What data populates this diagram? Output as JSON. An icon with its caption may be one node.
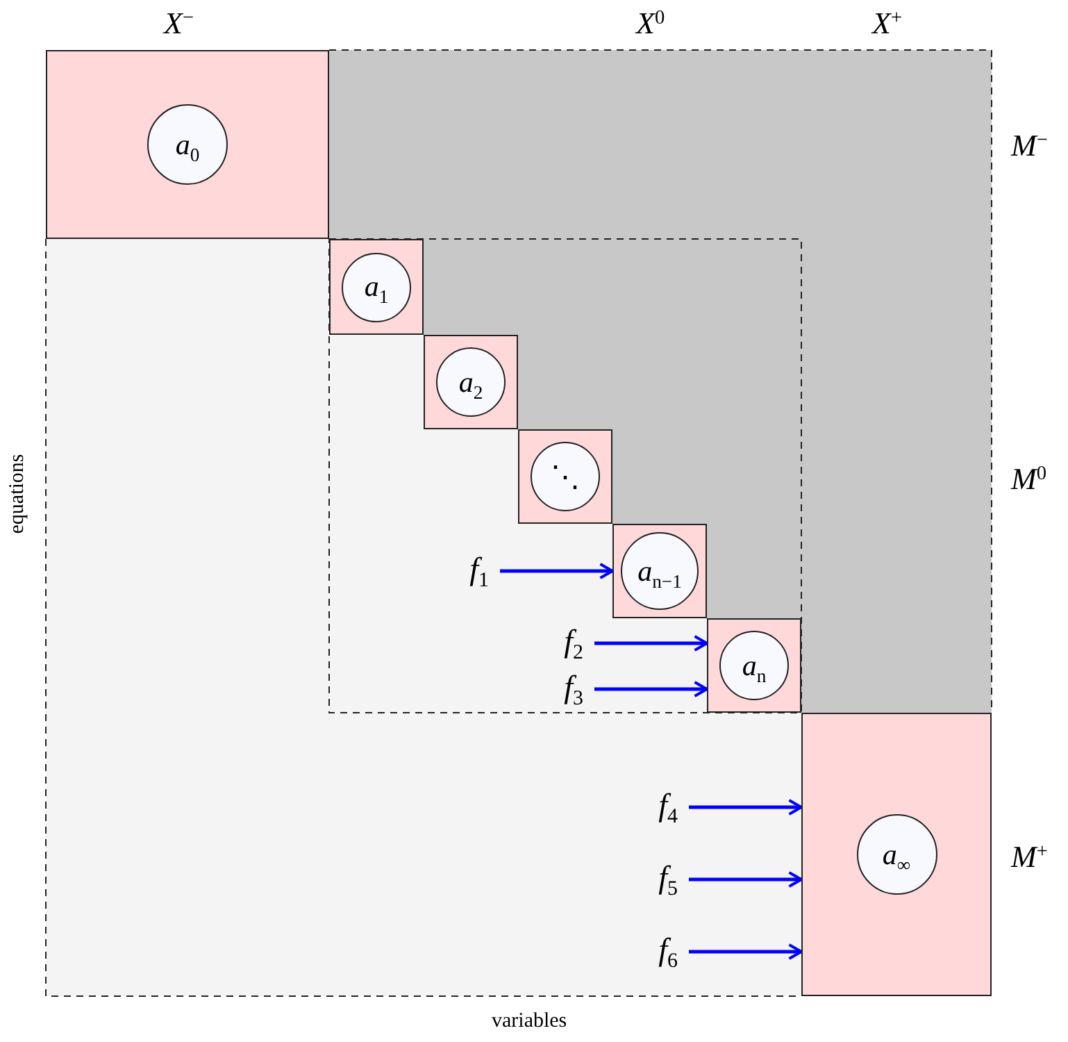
{
  "diagram": {
    "nodes": [
      {
        "text": [
          "*a*$_{0}$"
        ]
      },
      {
        "text": [
          "*a*$_{1}$"
        ]
      },
      {
        "text": [
          "*a*$_{2}$"
        ]
      },
      {
        "text": [
          "⋱"
        ]
      },
      {
        "text": [
          "*f*$_{1}$"
        ]
      },
      {
        "text": [
          "*a*$_{n−1}$"
        ]
      },
      {
        "text": [
          "*f*$_{2}$"
        ]
      },
      {
        "text": [
          "*a*$_{n}$"
        ]
      },
      {
        "text": [
          "*f*$_{3}$"
        ]
      },
      {
        "text": [
          "*f*$_{4}$"
        ]
      },
      {
        "text": [
          "*a*$_{∞}$"
        ]
      },
      {
        "text": [
          "*f*$_{5}$"
        ]
      },
      {
        "text": [
          "*f*$_{6}$"
        ]
      }
    ],
    "edges": [
      {
        "from": 4,
        "to": 5,
        "arrow": "to"
      },
      {
        "from": 6,
        "to": 7,
        "arrow": "to"
      },
      {
        "from": 8,
        "to": 7,
        "arrow": "to"
      },
      {
        "from": 9,
        "to": 10,
        "arrow": "to"
      },
      {
        "from": 11,
        "to": 10,
        "arrow": "to"
      },
      {
        "from": 12,
        "to": 10,
        "arrow": "to"
      }
    ],
    "labels": [
      "*X*$^{−}$",
      "*X*$^{0}$",
      "*X*$^{+}$",
      "*M*$^{−}$",
      "*M*$^{0}$",
      "*M*$^{+}$",
      "equations",
      "variables"
    ]
  }
}
